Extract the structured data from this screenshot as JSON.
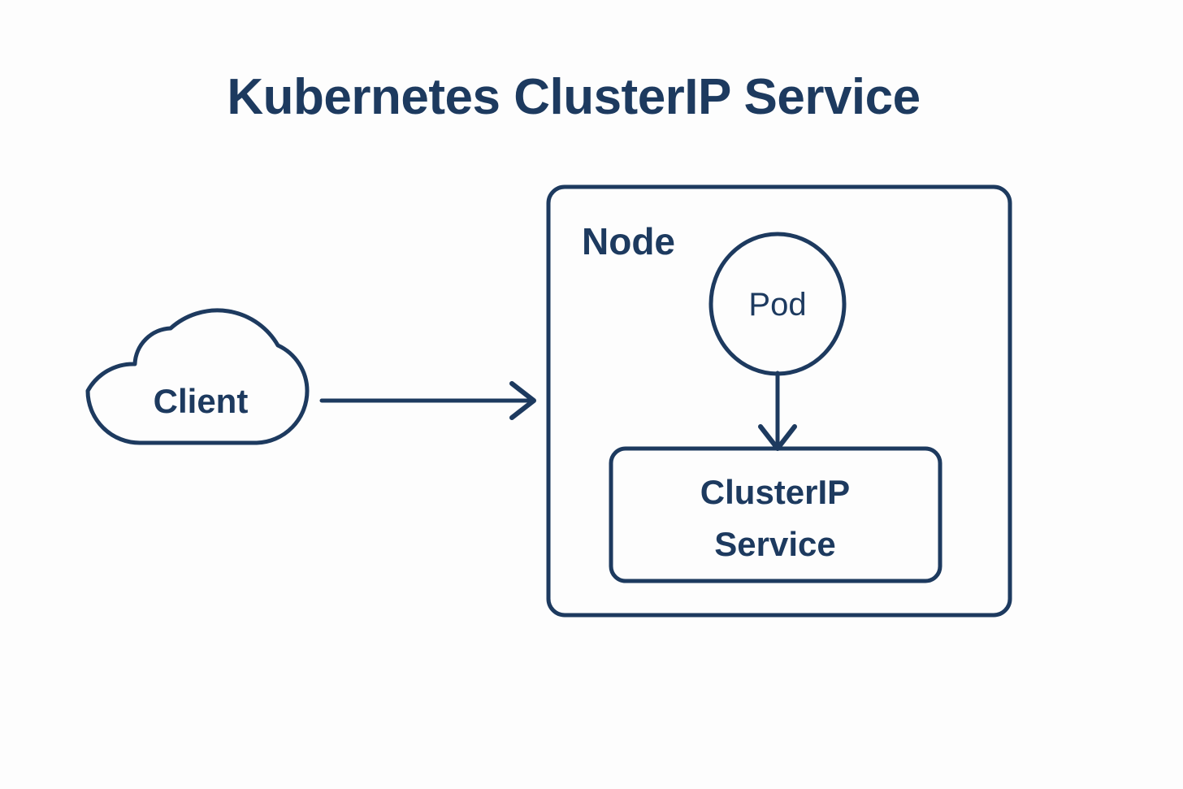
{
  "diagram": {
    "type": "architecture-diagram",
    "title": "Kubernetes ClusterIP Service",
    "background_color": "#fdfdfd",
    "stroke_color": "#1d3a5f",
    "text_color": "#1d3a5f",
    "nodes": {
      "client": {
        "label": "Client",
        "shape": "cloud-icon"
      },
      "node": {
        "label": "Node",
        "shape": "rounded-rectangle"
      },
      "pod": {
        "label": "Pod",
        "shape": "ellipse"
      },
      "service": {
        "label_line1": "ClusterIP",
        "label_line2": "Service",
        "shape": "rounded-rectangle"
      }
    },
    "edges": [
      {
        "name": "client-to-node",
        "from": "client",
        "to": "node",
        "direction": "right",
        "arrowhead": "open-chevron",
        "label": ""
      },
      {
        "name": "pod-to-service",
        "from": "pod",
        "to": "service",
        "direction": "down",
        "arrowhead": "open-chevron",
        "label": ""
      }
    ]
  }
}
